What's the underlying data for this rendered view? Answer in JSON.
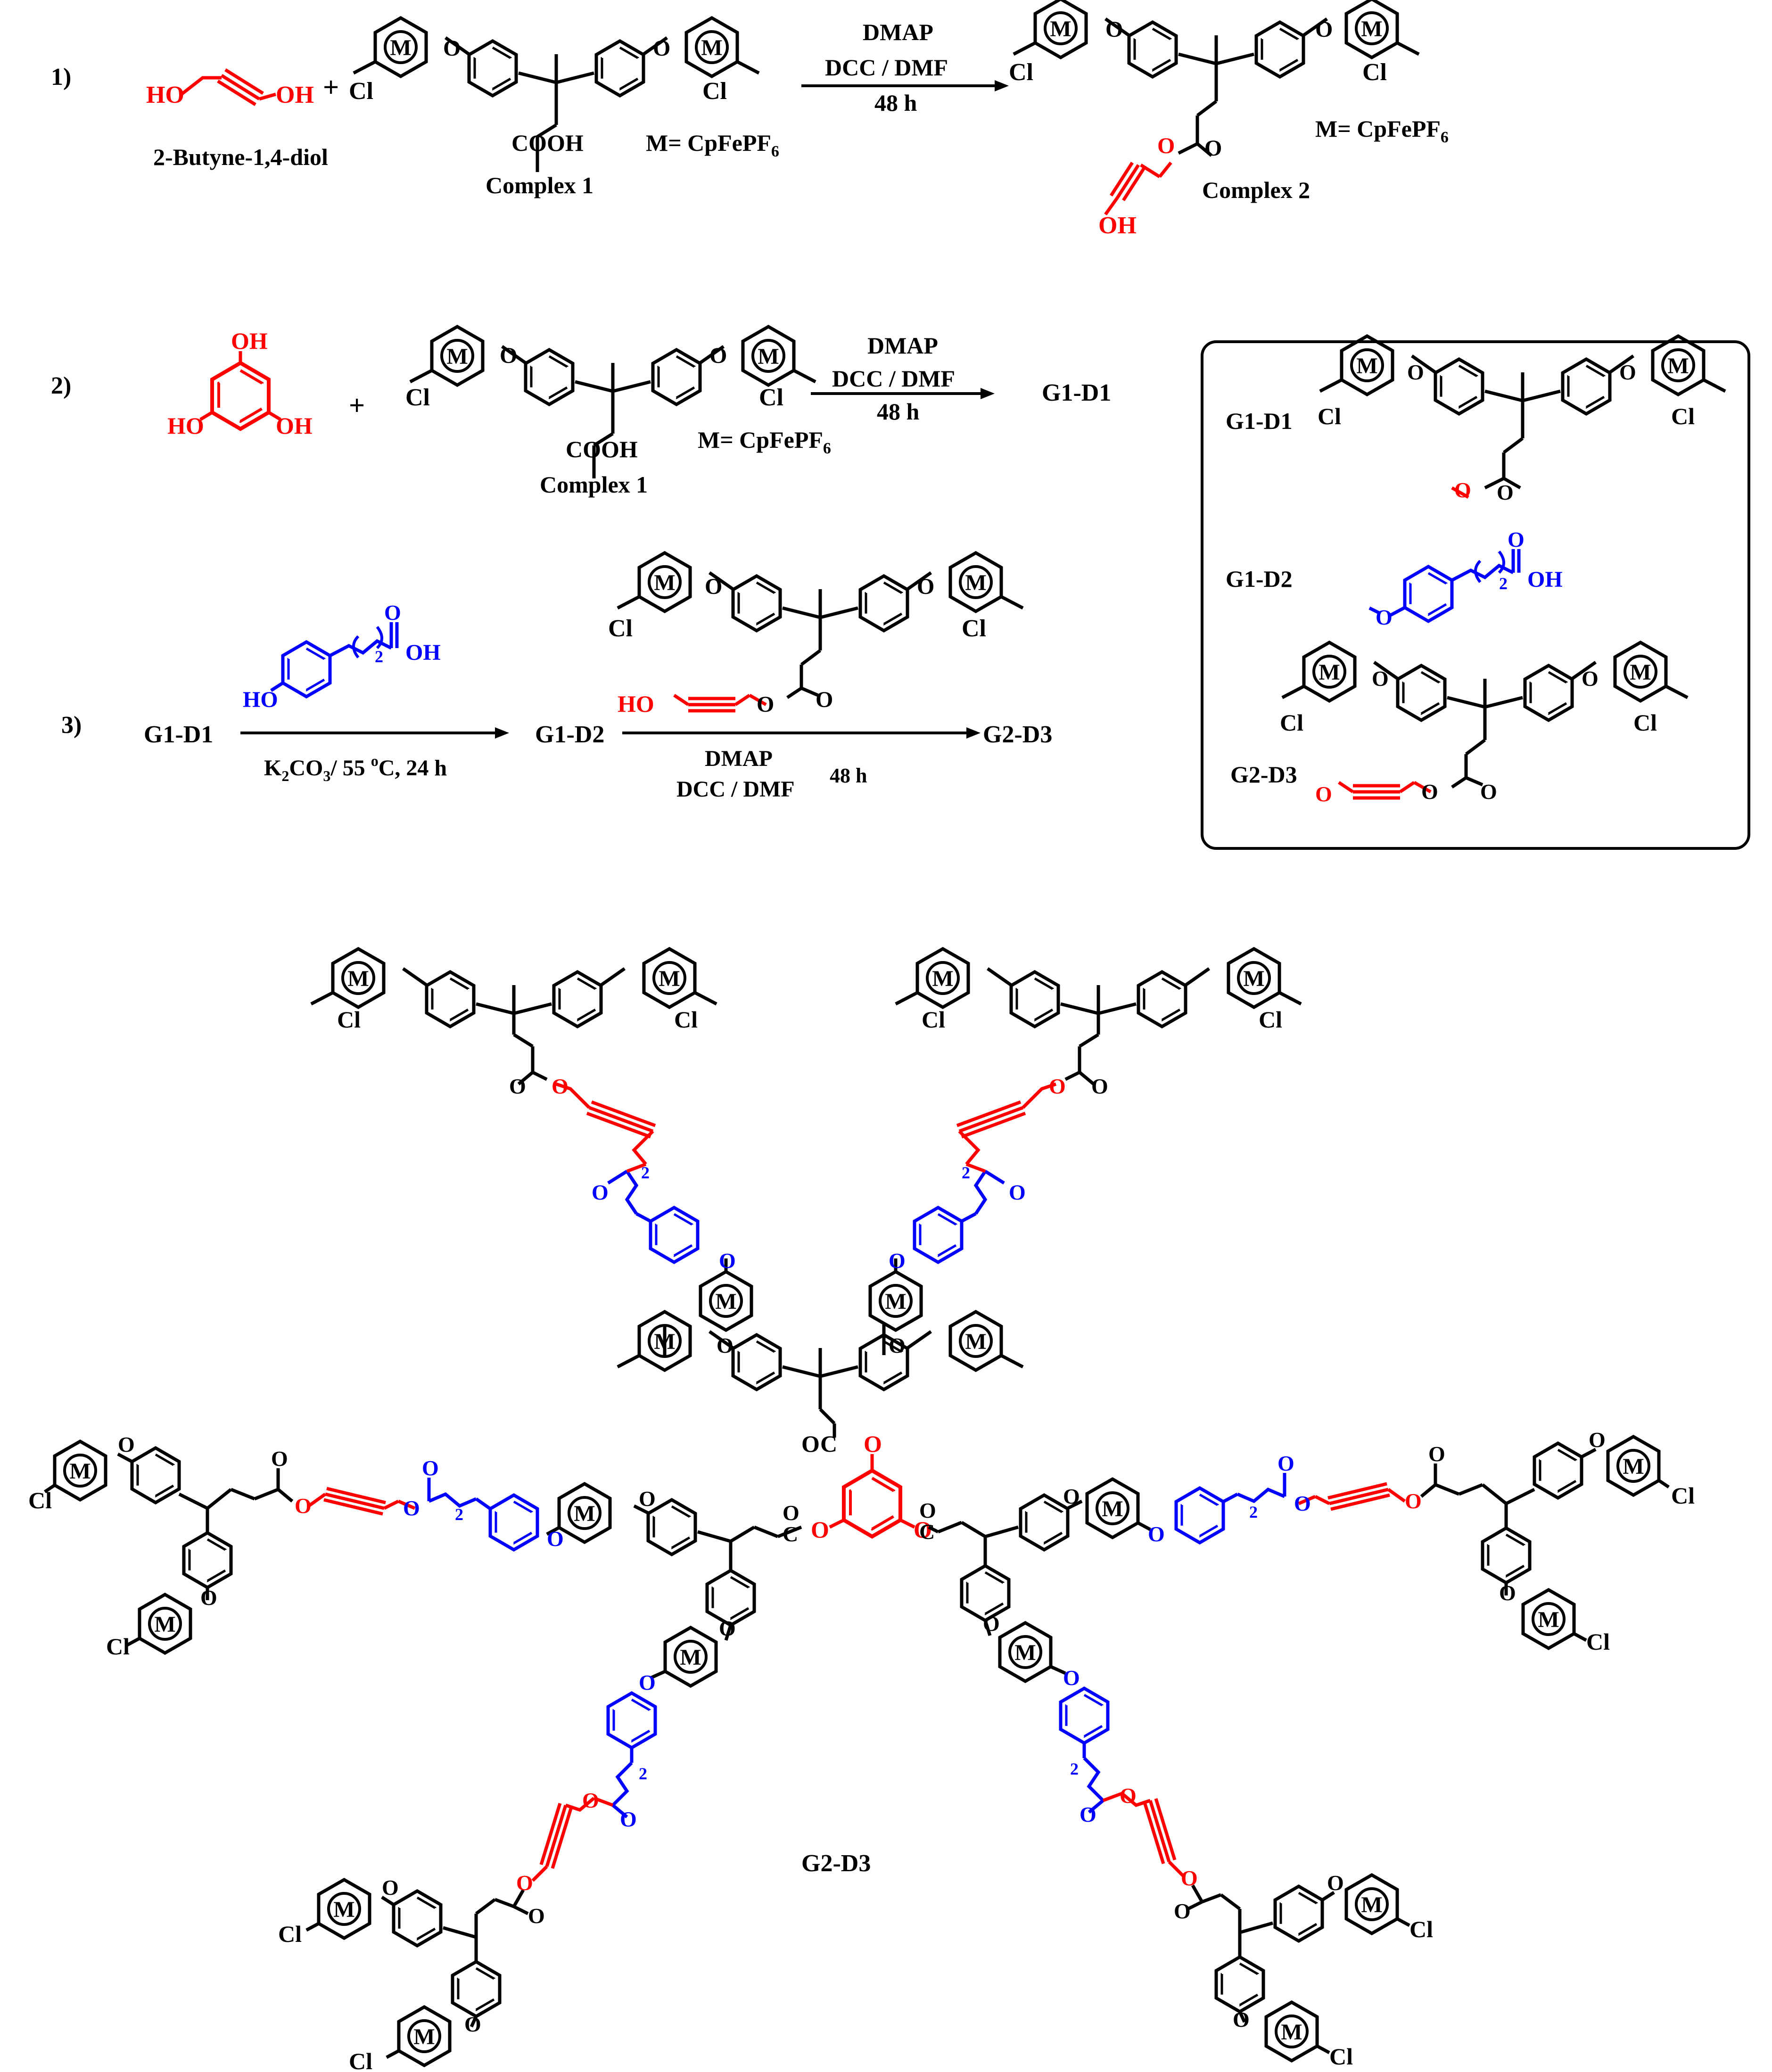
{
  "colors": {
    "black": "#000000",
    "red": "#ff0000",
    "blue": "#0000ff"
  },
  "labels": {
    "metal": "M",
    "cl": "Cl",
    "o": "O",
    "oh": "OH",
    "ho": "HO",
    "cooh": "COOH",
    "subscript_2": "2",
    "m_definition": "M= CpFePF",
    "m_definition_sub": "6"
  },
  "scheme1": {
    "number": "1)",
    "reactant_name": "2-Butyne-1,4-diol",
    "complex1_name": "Complex 1",
    "conditions_top": "DMAP",
    "conditions_mid": "DCC / DMF",
    "conditions_bottom": "48 h",
    "product_name": "Complex 2"
  },
  "scheme2": {
    "number": "2)",
    "plus": "+",
    "complex1_name": "Complex 1",
    "conditions_top": "DMAP",
    "conditions_mid": "DCC / DMF",
    "conditions_bottom": "48 h",
    "product_name": "G1-D1"
  },
  "scheme3": {
    "number": "3)",
    "start": "G1-D1",
    "step1_conditions": "K",
    "step1_conditions_sub": "2",
    "step1_conditions_rest": "CO",
    "step1_conditions_sub2": "3",
    "step1_conditions_tail": "/ 55 ",
    "step1_conditions_deg": "o",
    "step1_conditions_end": "C, 24 h",
    "intermediate": "G1-D2",
    "step2_conditions_top": "DMAP",
    "step2_conditions_mid": "DCC / DMF",
    "step2_conditions_time": "48 h",
    "product": "G2-D3"
  },
  "legend_box": {
    "entries": [
      "G1-D1",
      "G1-D2",
      "G2-D3"
    ]
  },
  "dendrimer_name": "G2-D3"
}
